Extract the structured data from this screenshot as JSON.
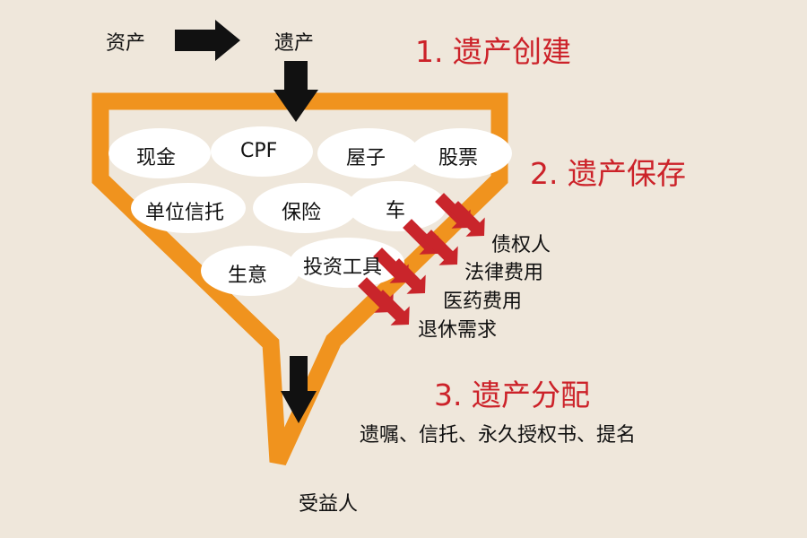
{
  "flow": {
    "assets_label": "资产",
    "legacy_label": "遗产",
    "beneficiary_label": "受益人"
  },
  "stages": [
    {
      "title": "1. 遗产创建"
    },
    {
      "title": "2. 遗产保存"
    },
    {
      "title": "3. 遗产分配"
    }
  ],
  "assets": [
    {
      "label": "现金"
    },
    {
      "label": "CPF"
    },
    {
      "label": "屋子"
    },
    {
      "label": "股票"
    },
    {
      "label": "单位信托"
    },
    {
      "label": "保险"
    },
    {
      "label": "车"
    },
    {
      "label": "生意"
    },
    {
      "label": "投资工具"
    }
  ],
  "leakages": [
    {
      "label": "债权人"
    },
    {
      "label": "法律费用"
    },
    {
      "label": "医药费用"
    },
    {
      "label": "退休需求"
    }
  ],
  "distribution_tools": "遗嘱、信托、永久授权书、提名",
  "colors": {
    "background": "#efe7db",
    "funnel": "#f0931e",
    "heading": "#cc2229",
    "leak_arrow": "#c9252b",
    "flow_arrow": "#111111",
    "oval": "#ffffff"
  }
}
